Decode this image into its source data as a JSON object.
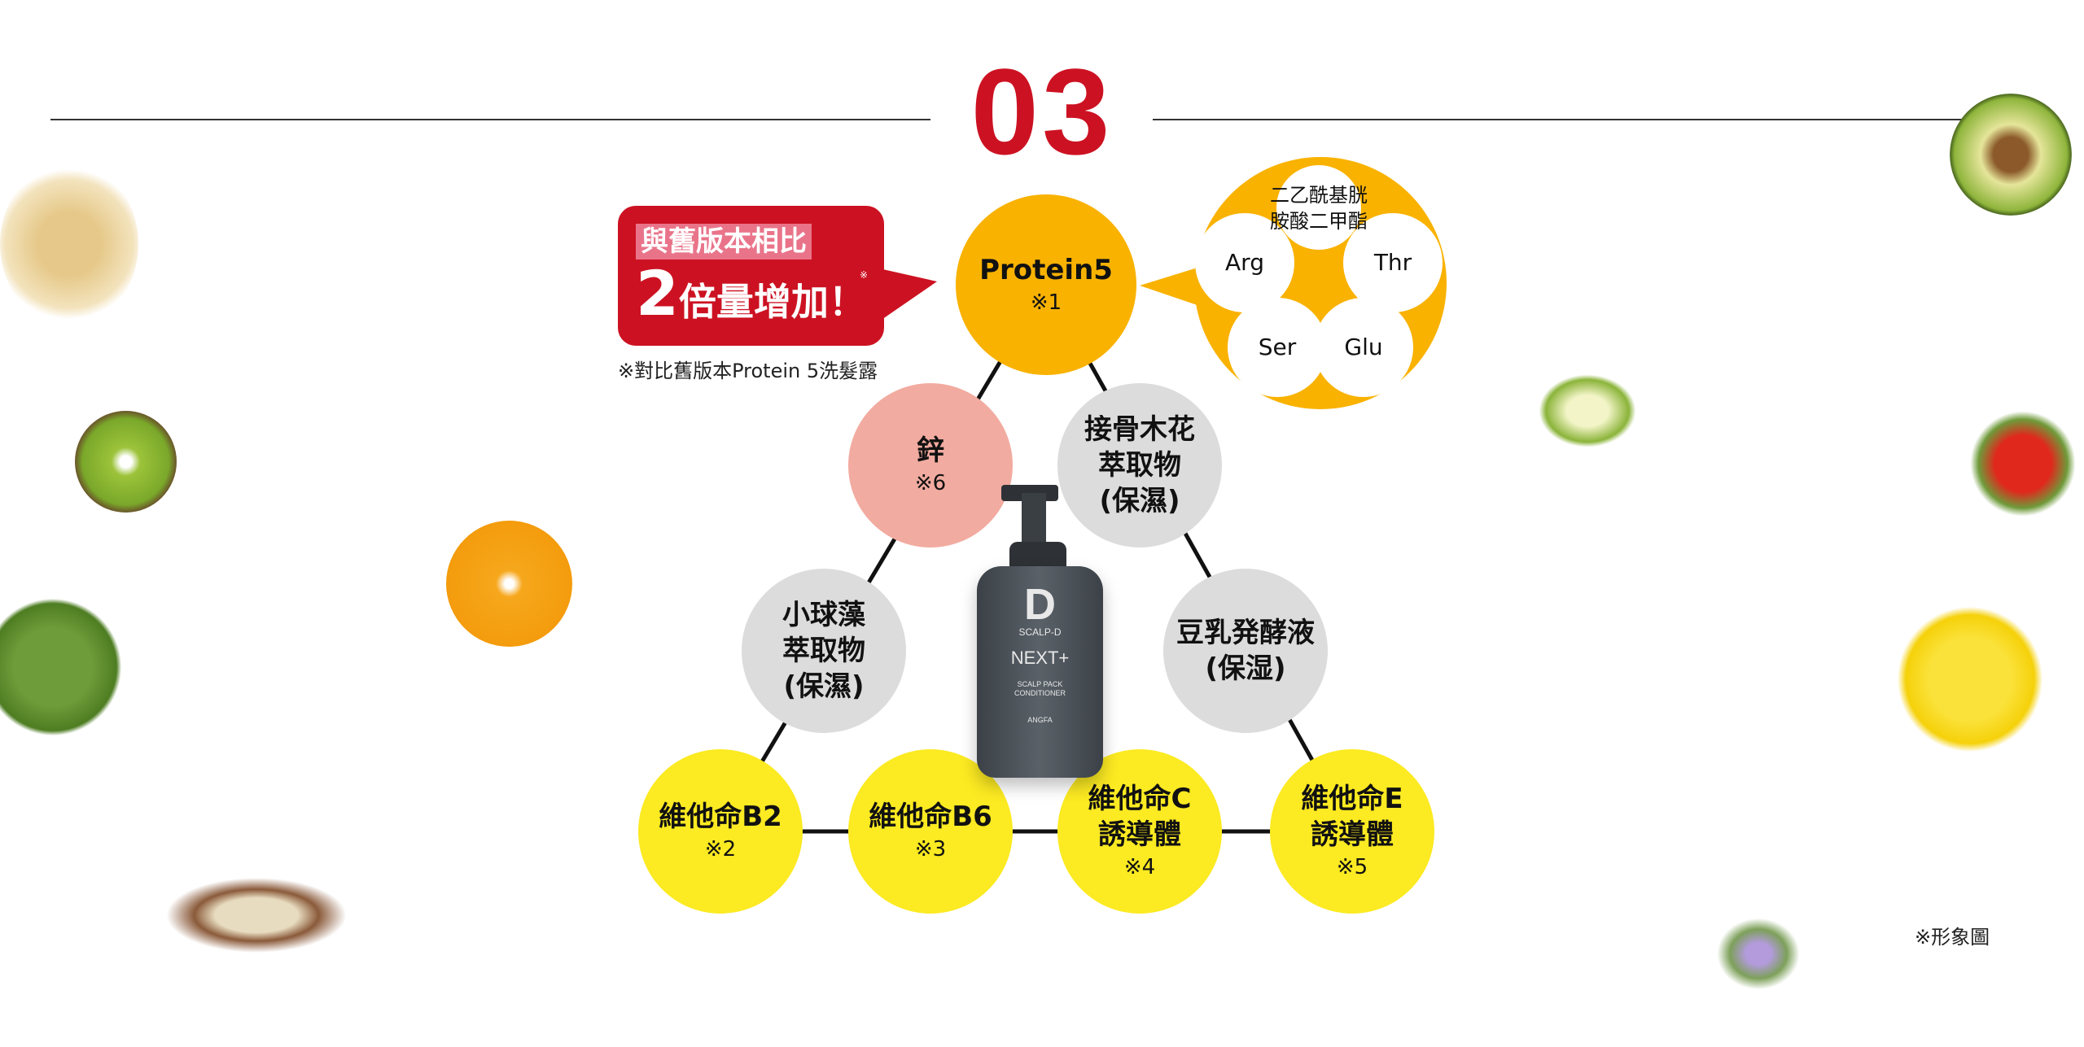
{
  "section_number": "03",
  "callout": {
    "line1": "與舊版本相比",
    "number": "2",
    "line2": "倍量增加！",
    "mark": "※",
    "footnote": "※對比舊版本Protein 5洗髮露"
  },
  "protein": {
    "label": "Protein5",
    "note": "※1"
  },
  "protein_bubble": {
    "top": "二乙酰基胱\n胺酸二甲酯",
    "top_line1": "二乙酰基胱",
    "top_line2": "胺酸二甲酯",
    "items": [
      "Arg",
      "Thr",
      "Ser",
      "Glu"
    ]
  },
  "nodes": {
    "zinc": {
      "label": "鋅",
      "note": "※6"
    },
    "elder": {
      "line1": "接骨木花",
      "line2": "萃取物",
      "line3": "(保濕)"
    },
    "chlorella": {
      "line1": "小球藻",
      "line2": "萃取物",
      "line3": "(保濕)"
    },
    "soy": {
      "line1": "豆乳発酵液",
      "line2": "(保湿)"
    },
    "b2": {
      "label": "維他命B2",
      "note": "※2"
    },
    "b6": {
      "label": "維他命B6",
      "note": "※3"
    },
    "c": {
      "line1": "維他命C",
      "line2": "誘導體",
      "note": "※4"
    },
    "e": {
      "line1": "維他命E",
      "line2": "誘導體",
      "note": "※5"
    }
  },
  "product": {
    "brand": "SCALP-D",
    "line": "NEXT+",
    "type": "SCALP PACK CONDITIONER",
    "maker": "ANGFA"
  },
  "image_note": "※形象圖",
  "colors": {
    "red": "#cc1222",
    "orange": "#f9b200",
    "yellow": "#fcea22",
    "gray": "#dcdcdc",
    "pink": "#f2aba0"
  }
}
